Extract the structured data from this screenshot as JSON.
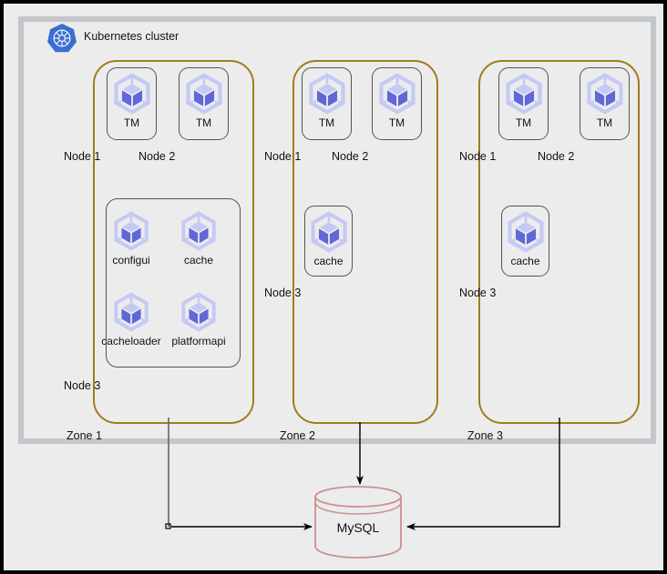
{
  "diagram": {
    "title": "Kubernetes cluster",
    "logo_icon": "kubernetes-logo-icon",
    "colors": {
      "page_background": "#ececec",
      "outer_border": "#000000",
      "cluster_border": "#c3c7cc",
      "zone_border": "#a07c1e",
      "pod_border": "#555555",
      "pod_icon_light": "#c5c9f5",
      "pod_icon_dark": "#6067d8",
      "k8s_blue": "#3a6fd0",
      "database_stroke": "#cf8f8f",
      "connector_black": "#000000",
      "connector_gray": "#666666"
    }
  },
  "zones": [
    {
      "label": "Zone 1",
      "node_labels": [
        "Node 1",
        "Node 2",
        "Node 3"
      ],
      "top_pods": [
        {
          "label": "TM",
          "icon": "kubernetes-pod-icon"
        },
        {
          "label": "TM",
          "icon": "kubernetes-pod-icon"
        }
      ],
      "group_pods": [
        {
          "label": "configui",
          "icon": "kubernetes-pod-icon"
        },
        {
          "label": "cache",
          "icon": "kubernetes-pod-icon"
        },
        {
          "label": "cacheloader",
          "icon": "kubernetes-pod-icon"
        },
        {
          "label": "platformapi",
          "icon": "kubernetes-pod-icon"
        }
      ]
    },
    {
      "label": "Zone 2",
      "node_labels": [
        "Node 1",
        "Node 2",
        "Node 3"
      ],
      "top_pods": [
        {
          "label": "TM",
          "icon": "kubernetes-pod-icon"
        },
        {
          "label": "TM",
          "icon": "kubernetes-pod-icon"
        }
      ],
      "group_pods": [
        {
          "label": "cache",
          "icon": "kubernetes-pod-icon"
        }
      ]
    },
    {
      "label": "Zone 3",
      "node_labels": [
        "Node 1",
        "Node 2",
        "Node 3"
      ],
      "top_pods": [
        {
          "label": "TM",
          "icon": "kubernetes-pod-icon"
        },
        {
          "label": "TM",
          "icon": "kubernetes-pod-icon"
        }
      ],
      "group_pods": [
        {
          "label": "cache",
          "icon": "kubernetes-pod-icon"
        }
      ]
    }
  ],
  "database": {
    "label": "MySQL",
    "icon": "database-cylinder-icon"
  },
  "connectors": [
    {
      "from": "Zone 1",
      "to": "MySQL",
      "style": "elbow-gray-then-black"
    },
    {
      "from": "Zone 2",
      "to": "MySQL",
      "style": "straight-down-black"
    },
    {
      "from": "Zone 3",
      "to": "MySQL",
      "style": "elbow-black"
    }
  ]
}
